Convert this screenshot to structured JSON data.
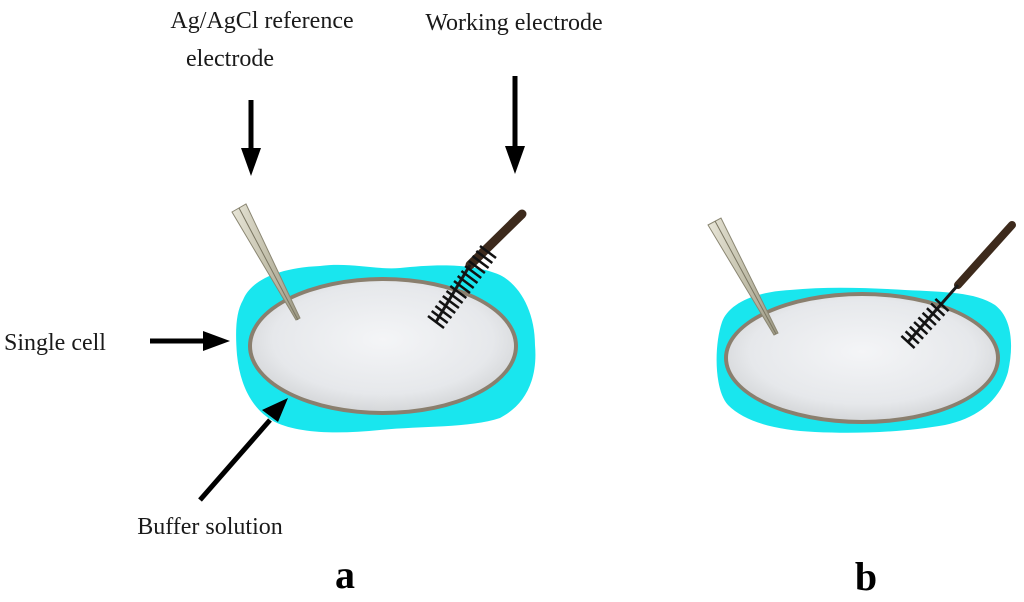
{
  "labels": {
    "reference_electrode_line1": "Ag/AgCl reference",
    "reference_electrode_line2": "electrode",
    "working_electrode": "Working electrode",
    "single_cell": "Single cell",
    "buffer_solution": "Buffer solution"
  },
  "panels": [
    {
      "letter": "a"
    },
    {
      "letter": "b"
    }
  ],
  "colors": {
    "buffer": "#19e6ee",
    "cell_fill": "#e9ebee",
    "cell_rim": "#8a7f6e",
    "working_shaft": "#3d2a1c",
    "reference_tip": "#c9c6b4",
    "arrow": "#000000"
  }
}
